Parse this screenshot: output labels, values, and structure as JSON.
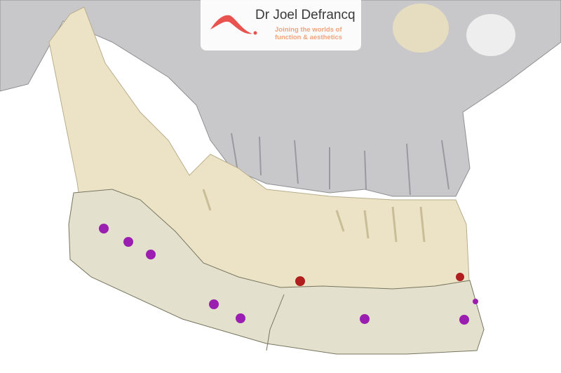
{
  "logo": {
    "name": "Dr Joel Defrancq",
    "tagline_line1": "Joining the worlds of",
    "tagline_line2": "function & aesthetics",
    "brand_color": "#e8534f",
    "tagline_color": "#f0a37a"
  },
  "colors": {
    "bone": "#ece3c6",
    "skull_gray": "#c9c9cb",
    "implant_plate": "#e3e1cd",
    "screw_purple": "#9a1fb0",
    "screw_red": "#b01e1e"
  }
}
